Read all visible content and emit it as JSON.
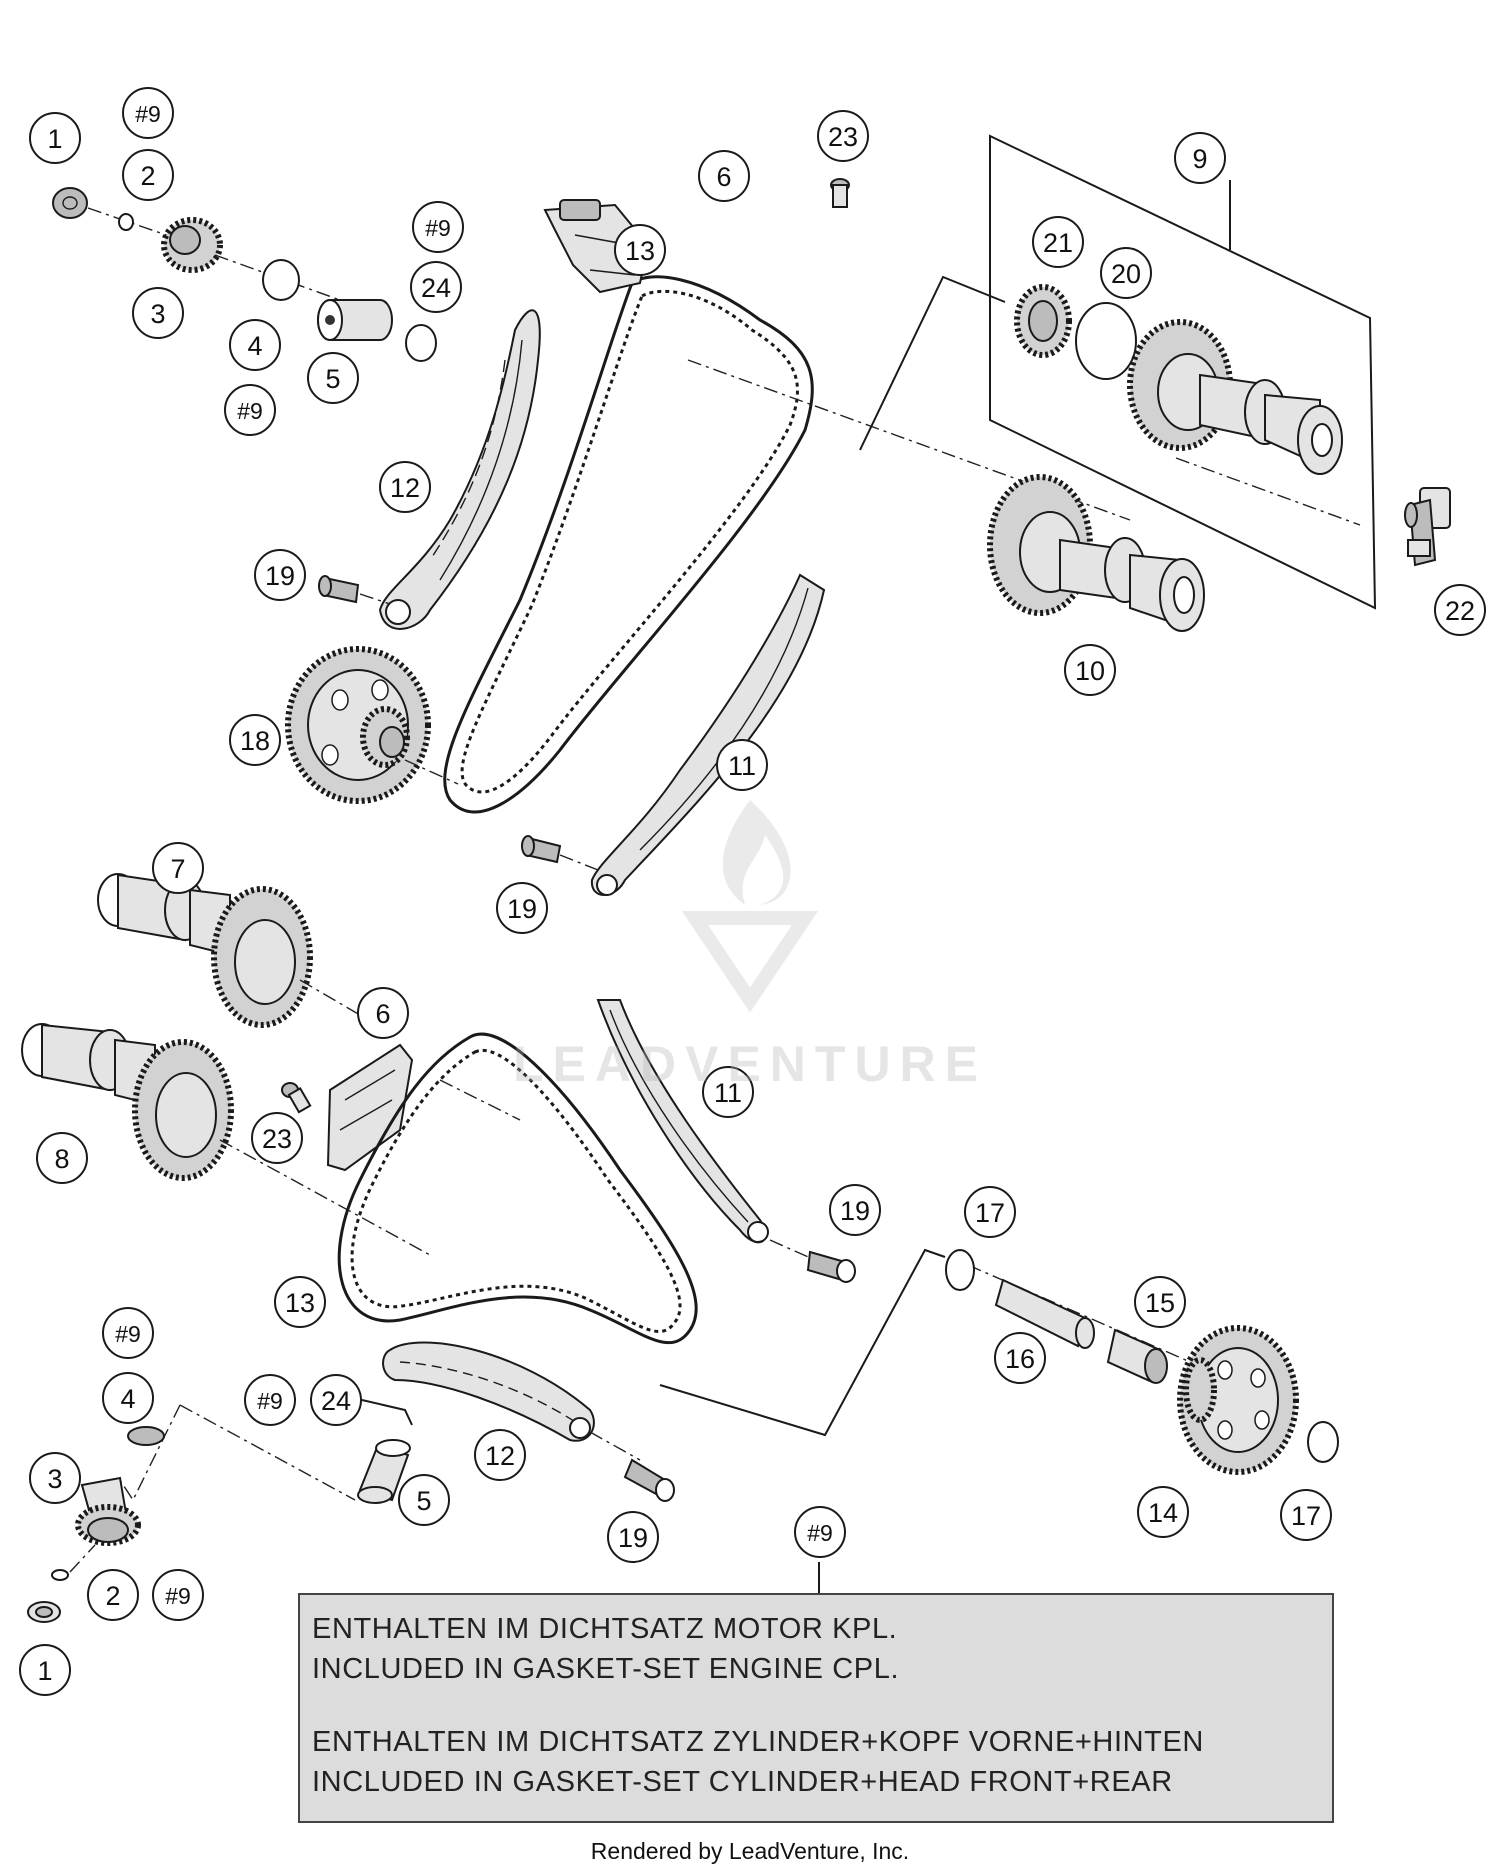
{
  "callouts": [
    {
      "id": "c-1a",
      "label": "1"
    },
    {
      "id": "c-9a",
      "label": "#9"
    },
    {
      "id": "c-2a",
      "label": "2"
    },
    {
      "id": "c-3a",
      "label": "3"
    },
    {
      "id": "c-4a",
      "label": "4"
    },
    {
      "id": "c-5a",
      "label": "5"
    },
    {
      "id": "c-9b",
      "label": "#9"
    },
    {
      "id": "c-9c",
      "label": "#9"
    },
    {
      "id": "c-24a",
      "label": "24"
    },
    {
      "id": "c-6a",
      "label": "6"
    },
    {
      "id": "c-23a",
      "label": "23"
    },
    {
      "id": "c-13a",
      "label": "13"
    },
    {
      "id": "c-9box",
      "label": "9"
    },
    {
      "id": "c-21",
      "label": "21"
    },
    {
      "id": "c-20",
      "label": "20"
    },
    {
      "id": "c-12a",
      "label": "12"
    },
    {
      "id": "c-19a",
      "label": "19"
    },
    {
      "id": "c-18",
      "label": "18"
    },
    {
      "id": "c-10",
      "label": "10"
    },
    {
      "id": "c-22",
      "label": "22"
    },
    {
      "id": "c-11a",
      "label": "11"
    },
    {
      "id": "c-19b",
      "label": "19"
    },
    {
      "id": "c-7",
      "label": "7"
    },
    {
      "id": "c-6b",
      "label": "6"
    },
    {
      "id": "c-23b",
      "label": "23"
    },
    {
      "id": "c-8",
      "label": "8"
    },
    {
      "id": "c-11b",
      "label": "11"
    },
    {
      "id": "c-19c",
      "label": "19"
    },
    {
      "id": "c-17a",
      "label": "17"
    },
    {
      "id": "c-13b",
      "label": "13"
    },
    {
      "id": "c-15",
      "label": "15"
    },
    {
      "id": "c-16",
      "label": "16"
    },
    {
      "id": "c-9d",
      "label": "#9"
    },
    {
      "id": "c-4b",
      "label": "4"
    },
    {
      "id": "c-9e",
      "label": "#9"
    },
    {
      "id": "c-24b",
      "label": "24"
    },
    {
      "id": "c-12b",
      "label": "12"
    },
    {
      "id": "c-3b",
      "label": "3"
    },
    {
      "id": "c-5b",
      "label": "5"
    },
    {
      "id": "c-19d",
      "label": "19"
    },
    {
      "id": "c-14",
      "label": "14"
    },
    {
      "id": "c-17b",
      "label": "17"
    },
    {
      "id": "c-9f",
      "label": "#9"
    },
    {
      "id": "c-2b",
      "label": "2"
    },
    {
      "id": "c-9g",
      "label": "#9"
    },
    {
      "id": "c-1b",
      "label": "1"
    }
  ],
  "note": {
    "line1": "ENTHALTEN IM DICHTSATZ MOTOR KPL.",
    "line2": "INCLUDED IN GASKET-SET ENGINE CPL.",
    "line3": "ENTHALTEN IM DICHTSATZ ZYLINDER+KOPF VORNE+HINTEN",
    "line4": "INCLUDED IN GASKET-SET CYLINDER+HEAD FRONT+REAR"
  },
  "watermark": "LEADVENTURE",
  "footer": "Rendered by LeadVenture, Inc."
}
